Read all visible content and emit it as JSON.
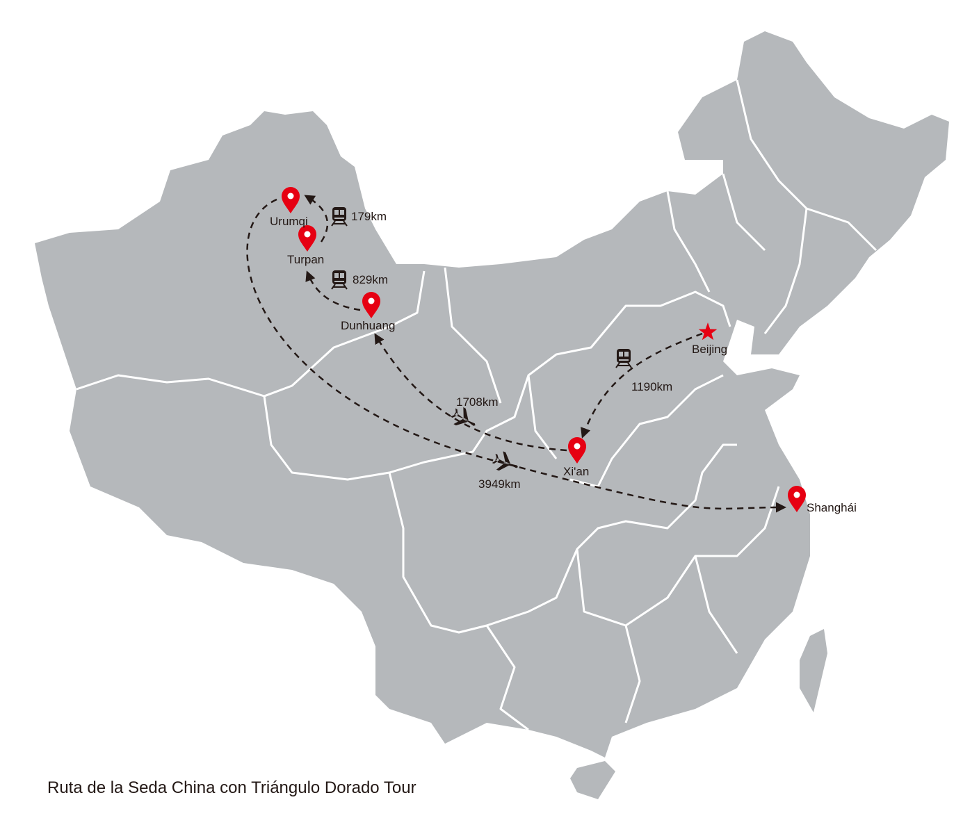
{
  "title": "Ruta de la Seda China con Triángulo Dorado Tour",
  "colors": {
    "land": "#b5b8bb",
    "marker": "#e60012",
    "route": "#231815",
    "border": "#ffffff"
  },
  "cities": {
    "urumqi": "Urumqi",
    "turpan": "Turpan",
    "dunhuang": "Dunhuang",
    "xian": "Xi'an",
    "beijing": "Beijing",
    "shanghai": "Shanghái"
  },
  "legs": [
    {
      "from": "Turpan",
      "to": "Urumqi",
      "mode": "train-icon",
      "distance": "179km"
    },
    {
      "from": "Dunhuang",
      "to": "Turpan",
      "mode": "train-icon",
      "distance": "829km"
    },
    {
      "from": "Xi'an",
      "to": "Dunhuang",
      "mode": "plane-icon",
      "distance": "1708km"
    },
    {
      "from": "Beijing",
      "to": "Xi'an",
      "mode": "train-icon",
      "distance": "1190km"
    },
    {
      "from": "Urumqi",
      "to": "Shanghái",
      "mode": "plane-icon",
      "distance": "3949km"
    }
  ]
}
